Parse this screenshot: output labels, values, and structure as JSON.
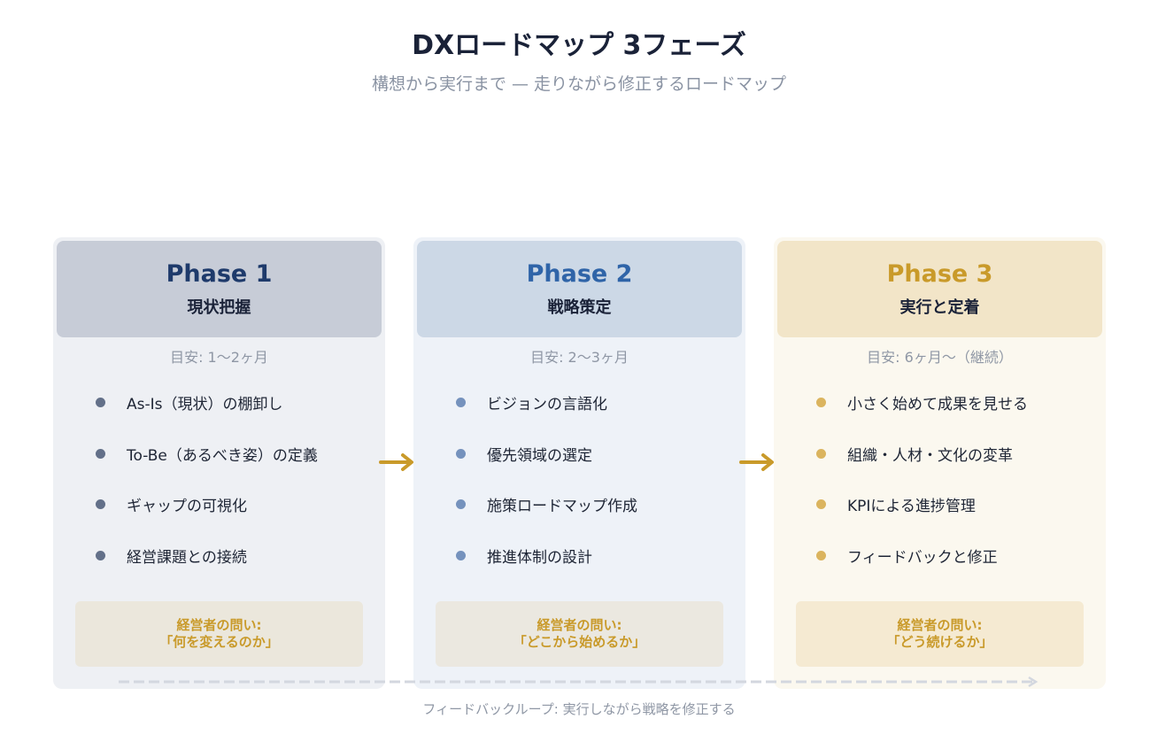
{
  "title": "DXロードマップ 3フェーズ",
  "subtitle": "構想から実行まで — 走りながら修正するロードマップ",
  "phases": [
    {
      "label": "Phase 1",
      "name": "現状把握",
      "duration": "目安: 1〜2ヶ月",
      "items": [
        "As-Is（現状）の棚卸し",
        "To-Be（あるべき姿）の定義",
        "ギャップの可視化",
        "経営課題との接続"
      ],
      "question_label": "経営者の問い:",
      "question": "「何を変えるのか」"
    },
    {
      "label": "Phase 2",
      "name": "戦略策定",
      "duration": "目安: 2〜3ヶ月",
      "items": [
        "ビジョンの言語化",
        "優先領域の選定",
        "施策ロードマップ作成",
        "推進体制の設計"
      ],
      "question_label": "経営者の問い:",
      "question": "「どこから始めるか」"
    },
    {
      "label": "Phase 3",
      "name": "実行と定着",
      "duration": "目安: 6ヶ月〜（継続）",
      "items": [
        "小さく始めて成果を見せる",
        "組織・人材・文化の変革",
        "KPIによる進捗管理",
        "フィードバックと修正"
      ],
      "question_label": "経営者の問い:",
      "question": "「どう続けるか」"
    }
  ],
  "feedback": "フィードバックループ: 実行しながら戦略を修正する",
  "colors": {
    "p1": "#1e3a6b",
    "p2": "#2f64a8",
    "p3": "#c99a2a"
  }
}
